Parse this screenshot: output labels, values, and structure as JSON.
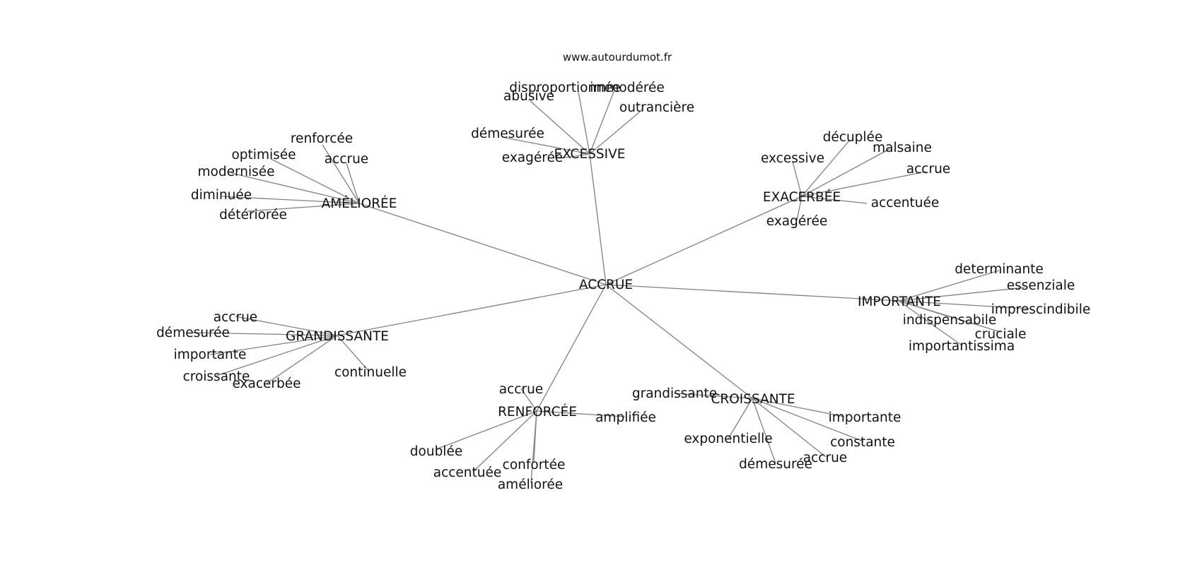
{
  "site": "www.autourdumot.fr",
  "center": "ACCRUE",
  "groups": [
    {
      "hub": "EXCESSIVE",
      "leaves": [
        "disproportionnée",
        "immodérée",
        "abusive",
        "outrancière",
        "démesurée",
        "exagérée"
      ]
    },
    {
      "hub": "AMÉLIORÉE",
      "leaves": [
        "renforcée",
        "optimisée",
        "accrue",
        "modernisée",
        "diminuée",
        "détériorée"
      ]
    },
    {
      "hub": "EXACERBÉE",
      "leaves": [
        "décuplée",
        "malsaine",
        "excessive",
        "accrue",
        "accentuée",
        "exagérée"
      ]
    },
    {
      "hub": "IMPORTANTE",
      "leaves": [
        "determinante",
        "essenziale",
        "imprescindibile",
        "indispensabile",
        "cruciale",
        "importantissima"
      ]
    },
    {
      "hub": "GRANDISSANTE",
      "leaves": [
        "accrue",
        "démesurée",
        "importante",
        "croissante",
        "exacerbée",
        "continuelle"
      ]
    },
    {
      "hub": "RENFORCÉE",
      "leaves": [
        "accrue",
        "amplifiée",
        "doublée",
        "accentuée",
        "confortée",
        "améliorée"
      ]
    },
    {
      "hub": "CROISSANTE",
      "leaves": [
        "grandissante",
        "importante",
        "exponentielle",
        "constante",
        "accrue",
        "démesurée"
      ]
    }
  ]
}
